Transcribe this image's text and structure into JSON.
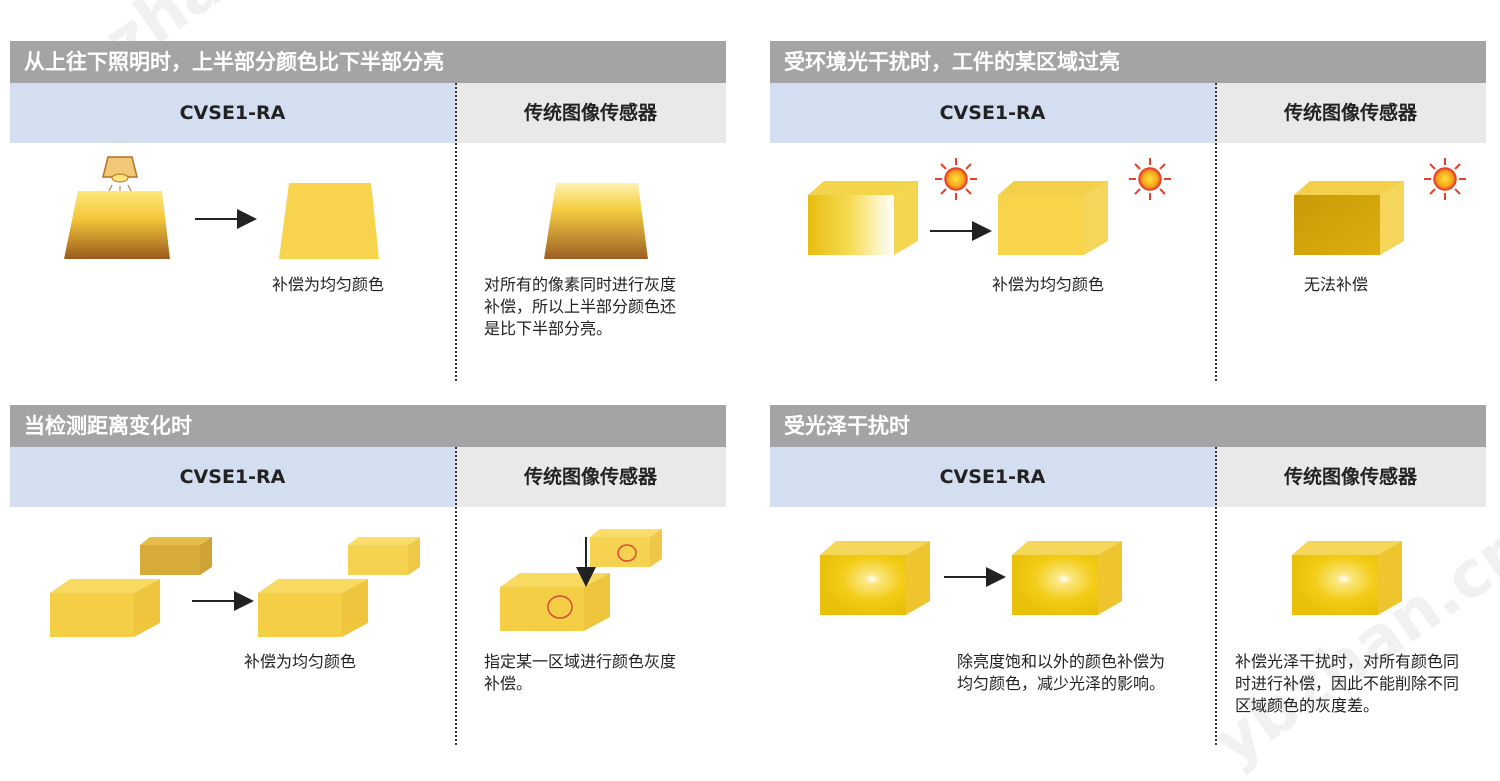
{
  "watermark": {
    "text": "ybzhan.cn"
  },
  "panels": [
    {
      "title": "从上往下照明时，上半部分颜色比下半部分亮",
      "left_header": "CVSE1-RA",
      "right_header": "传统图像传感器",
      "left_caption": "补偿为均匀颜色",
      "right_caption": [
        "对所有的像素同时进行灰度",
        "补偿，所以上半部分颜色还",
        "是比下半部分亮。"
      ]
    },
    {
      "title": "受环境光干扰时，工件的某区域过亮",
      "left_header": "CVSE1-RA",
      "right_header": "传统图像传感器",
      "left_caption": "补偿为均匀颜色",
      "right_caption": [
        "无法补偿"
      ]
    },
    {
      "title": "当检测距离变化时",
      "left_header": "CVSE1-RA",
      "right_header": "传统图像传感器",
      "left_caption": "补偿为均匀颜色",
      "right_caption": [
        "指定某一区域进行颜色灰度",
        "补偿。"
      ]
    },
    {
      "title": "受光泽干扰时",
      "left_header": "CVSE1-RA",
      "right_header": "传统图像传感器",
      "left_caption": [
        "除亮度饱和以外的颜色补偿为",
        "均匀颜色，减少光泽的影响。"
      ],
      "right_caption": [
        "补偿光泽干扰时，对所有颜色同",
        "时进行补偿，因此不能削除不同",
        "区域颜色的灰度差。"
      ]
    }
  ],
  "colors": {
    "header_bar": "#a4a4a6",
    "left_header_bg": "#d3def0",
    "right_header_bg": "#e9e9ea",
    "yellow": "#f7d24a",
    "dark_brown": "#9a5a1e",
    "sun_red": "#e8402a",
    "circle_red": "#d94a3a"
  }
}
